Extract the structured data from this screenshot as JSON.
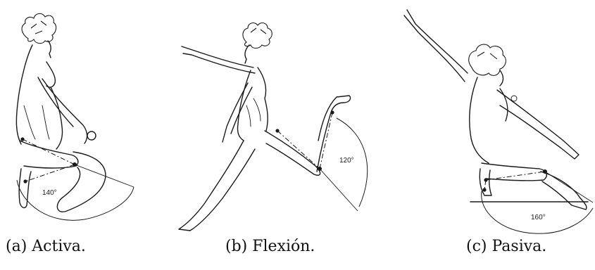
{
  "panels": [
    {
      "angle": "140°",
      "caption": "(a) Activa."
    },
    {
      "angle": "120°",
      "caption": "(b) Flexión."
    },
    {
      "angle": "160°",
      "caption": "(c) Pasiva."
    }
  ]
}
